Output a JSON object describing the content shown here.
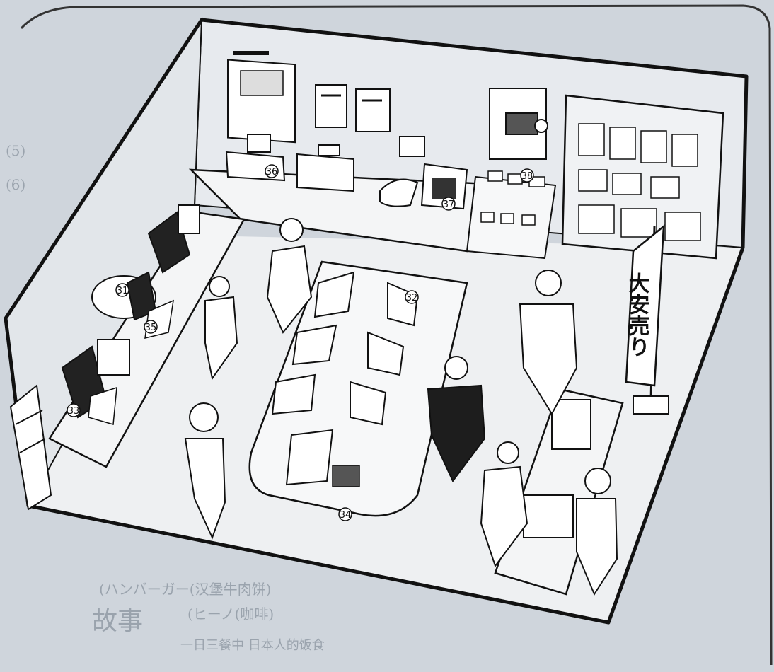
{
  "scene": {
    "banner_text": "大安売り",
    "colors": {
      "paper": "#cfd5dc",
      "ink": "#111111",
      "fill": "#f4f5f6",
      "ghost": "#9aa3ad"
    }
  },
  "labels": [
    {
      "id": "31",
      "text": "31",
      "item": "one-piece-desktop-computer"
    },
    {
      "id": "32",
      "text": "32",
      "item": "laptop-computer"
    },
    {
      "id": "33",
      "text": "33",
      "item": "desktop-computer"
    },
    {
      "id": "34",
      "text": "34",
      "item": "mouse"
    },
    {
      "id": "35",
      "text": "35",
      "item": "keyboard"
    },
    {
      "id": "36",
      "text": "36",
      "item": "printer"
    },
    {
      "id": "37",
      "text": "37",
      "item": "scanner"
    },
    {
      "id": "38",
      "text": "38",
      "item": "digital-camera"
    }
  ],
  "background_page_text": [
    "(5)",
    "(6)",
    "(ハンバーガー(汉堡牛肉饼)",
    "(ヒーノ(咖啡)",
    "故事",
    "一日三餐中 日本人的饭食"
  ]
}
